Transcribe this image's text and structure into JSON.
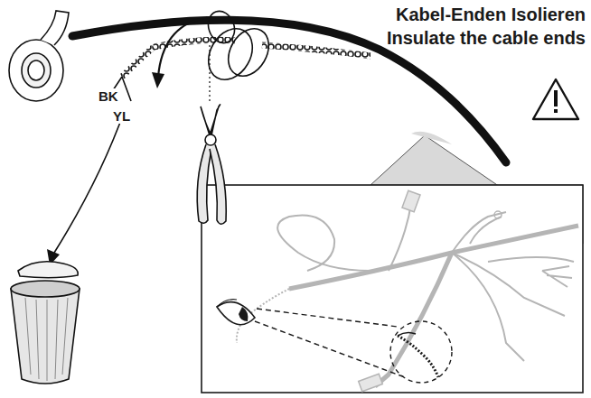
{
  "diagram": {
    "labels": [
      "Kabel-Enden Isolieren",
      "Insulate the cable ends",
      "BK",
      "YL"
    ]
  }
}
